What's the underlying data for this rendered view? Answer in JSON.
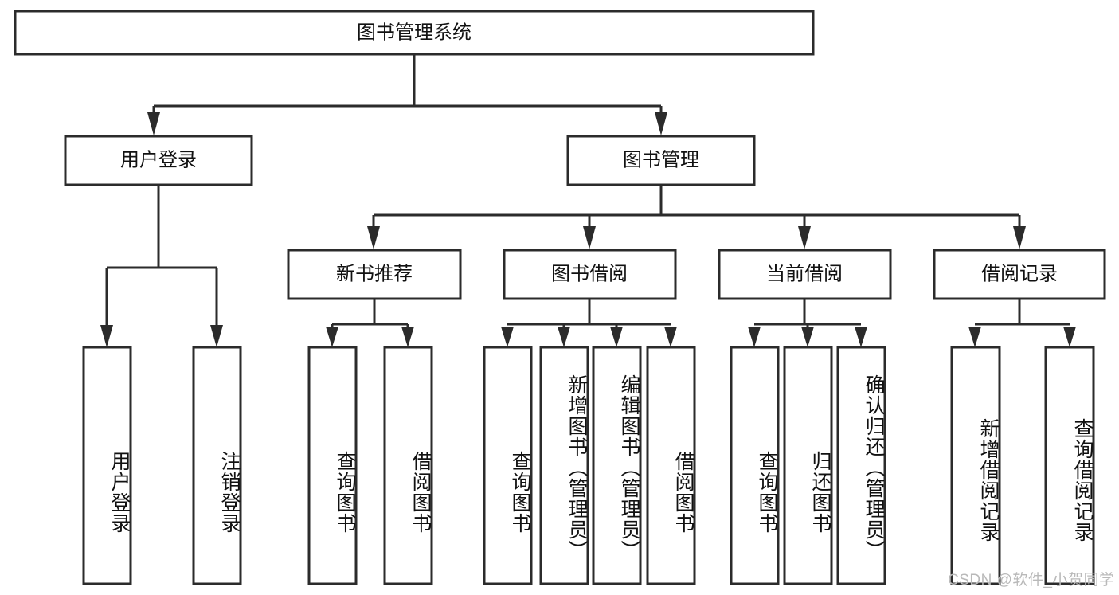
{
  "diagram": {
    "type": "tree-hierarchy",
    "title": "图书管理系统",
    "root": {
      "label": "图书管理系统",
      "level": 1
    },
    "level2": [
      {
        "id": "user-login",
        "label": "用户登录"
      },
      {
        "id": "book-manage",
        "label": "图书管理"
      }
    ],
    "level3": [
      {
        "id": "new-book-recommend",
        "label": "新书推荐",
        "parent": "book-manage"
      },
      {
        "id": "book-borrow",
        "label": "图书借阅",
        "parent": "book-manage"
      },
      {
        "id": "current-borrow",
        "label": "当前借阅",
        "parent": "book-manage"
      },
      {
        "id": "borrow-record",
        "label": "借阅记录",
        "parent": "book-manage"
      }
    ],
    "leaves": [
      {
        "id": "leaf-user-login",
        "label": "用户登录",
        "parent": "user-login"
      },
      {
        "id": "leaf-logout-login",
        "label": "注销登录",
        "parent": "user-login"
      },
      {
        "id": "leaf-query-book-1",
        "label": "查询图书",
        "parent": "new-book-recommend"
      },
      {
        "id": "leaf-borrow-book-1",
        "label": "借阅图书",
        "parent": "new-book-recommend"
      },
      {
        "id": "leaf-query-book-2",
        "label": "查询图书",
        "parent": "book-borrow"
      },
      {
        "id": "leaf-add-book",
        "label": "新增图书（管理员）",
        "parent": "book-borrow"
      },
      {
        "id": "leaf-edit-book",
        "label": "编辑图书（管理员）",
        "parent": "book-borrow"
      },
      {
        "id": "leaf-borrow-book-2",
        "label": "借阅图书",
        "parent": "book-borrow"
      },
      {
        "id": "leaf-query-book-3",
        "label": "查询图书",
        "parent": "current-borrow"
      },
      {
        "id": "leaf-return-book",
        "label": "归还图书",
        "parent": "current-borrow"
      },
      {
        "id": "leaf-confirm-return",
        "label": "确认归还（管理员）",
        "parent": "current-borrow"
      },
      {
        "id": "leaf-add-record",
        "label": "新增借阅记录",
        "parent": "borrow-record"
      },
      {
        "id": "leaf-query-record",
        "label": "查询借阅记录",
        "parent": "borrow-record"
      }
    ],
    "watermark": "CSDN @软件_小贺同学",
    "colors": {
      "stroke": "#2b2b2b",
      "box_fill": "#ffffff",
      "text": "#111111",
      "background": "#ffffff",
      "watermark": "#b9b9b9"
    }
  }
}
